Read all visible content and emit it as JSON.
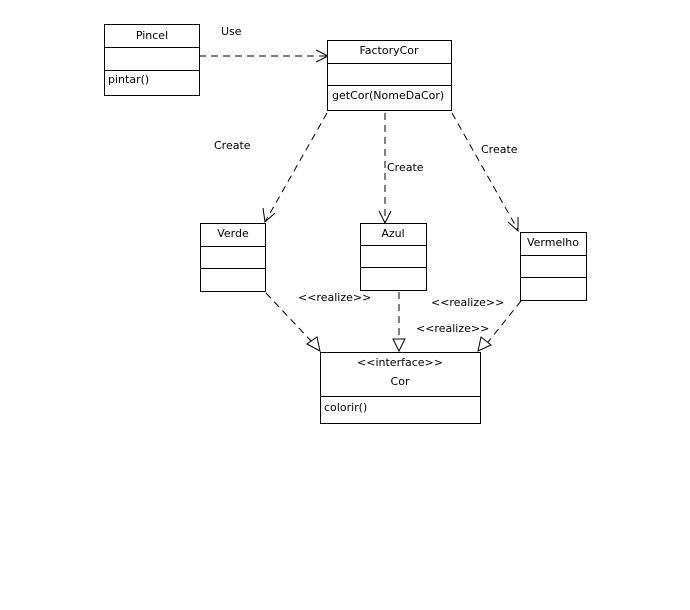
{
  "classes": {
    "pincel": {
      "name": "Pincel",
      "method": "pintar()"
    },
    "factory": {
      "name": "FactoryCor",
      "method": "getCor(NomeDaCor)"
    },
    "verde": {
      "name": "Verde"
    },
    "azul": {
      "name": "Azul"
    },
    "vermelho": {
      "name": "Vermelho"
    },
    "cor": {
      "stereotype": "<<interface>>",
      "name": "Cor",
      "method": "colorir()"
    }
  },
  "relations": {
    "use": "Use",
    "create_left": "Create",
    "create_middle": "Create",
    "create_right": "Create",
    "realize_left": "<<realize>>",
    "realize_right_top": "<<realize>>",
    "realize_right_bottom": "<<realize>>"
  }
}
